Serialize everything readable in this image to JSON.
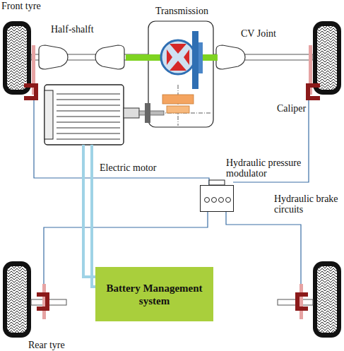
{
  "diagram": {
    "nodes": [
      {
        "text": [
          "Electric motor"
        ]
      },
      {
        "text": [
          "Hydraulic pressure modulator"
        ]
      },
      {
        "text": [
          "Battery Management system"
        ]
      }
    ],
    "edges": [
      {
        "from": 0,
        "to": 2,
        "arrow": "none"
      },
      {
        "from": 0,
        "to": 2,
        "arrow": "none"
      }
    ],
    "labels": [
      "Front tyre",
      "Half-shalft",
      "Transmission",
      "CV Joint",
      "Caliper",
      "Hydraulic brake circuits",
      "Rear tyre"
    ]
  }
}
